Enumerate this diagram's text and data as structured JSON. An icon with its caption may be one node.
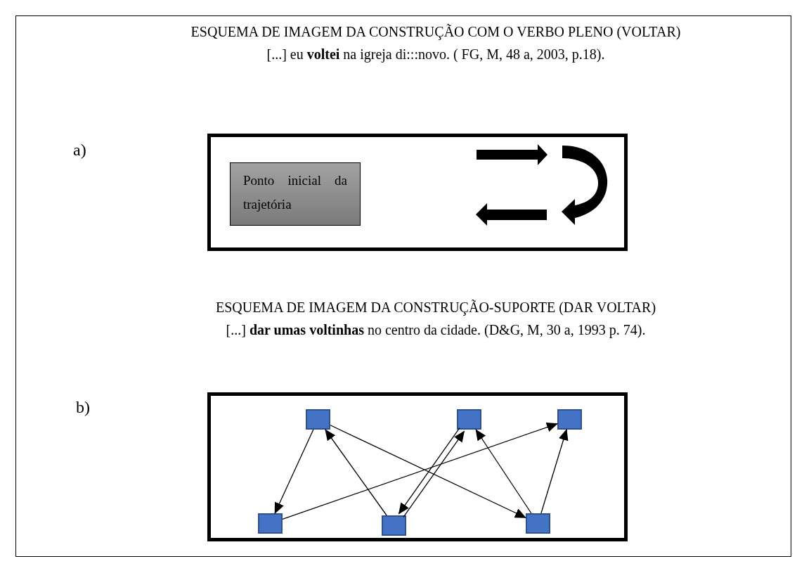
{
  "diagram": {
    "nodes": [
      {
        "text": [],
        "shape": "box"
      },
      {
        "text": [
          "Ponto inicial da trajetória"
        ],
        "in": 0
      },
      {
        "text": [],
        "shape": "box"
      },
      {
        "text": [],
        "shape": "box",
        "in": 2
      },
      {
        "text": [],
        "shape": "box",
        "in": 2
      },
      {
        "text": [],
        "shape": "box",
        "in": 2
      },
      {
        "text": [],
        "shape": "box",
        "in": 2
      },
      {
        "text": [],
        "shape": "box",
        "in": 2
      },
      {
        "text": [],
        "shape": "box",
        "in": 2
      }
    ],
    "edges": [
      {
        "from": 3,
        "to": 6,
        "arrow": "to"
      },
      {
        "from": 6,
        "to": 5,
        "arrow": "to"
      },
      {
        "from": 7,
        "to": 3,
        "arrow": "to"
      },
      {
        "from": 3,
        "to": 8,
        "arrow": "to"
      },
      {
        "from": 7,
        "to": 4,
        "arrow": "to"
      },
      {
        "from": 4,
        "to": 7,
        "arrow": "to"
      },
      {
        "from": 8,
        "to": 4,
        "arrow": "to"
      },
      {
        "from": 8,
        "to": 5,
        "arrow": "to"
      }
    ],
    "labels": [
      "ESQUEMA DE IMAGEM DA CONSTRUÇÃO COM O VERBO PLENO (VOLTAR)",
      "[...] eu **voltei** na igreja di:::novo. ( FG, M, 48 a, 2003, p.18).",
      "a)",
      "ESQUEMA DE IMAGEM DA CONSTRUÇÃO-SUPORTE (DAR VOLTAR)",
      "[...] **dar umas voltinhas** no centro da cidade. (D&G, M, 30 a, 1993 p. 74).",
      "b)"
    ]
  }
}
